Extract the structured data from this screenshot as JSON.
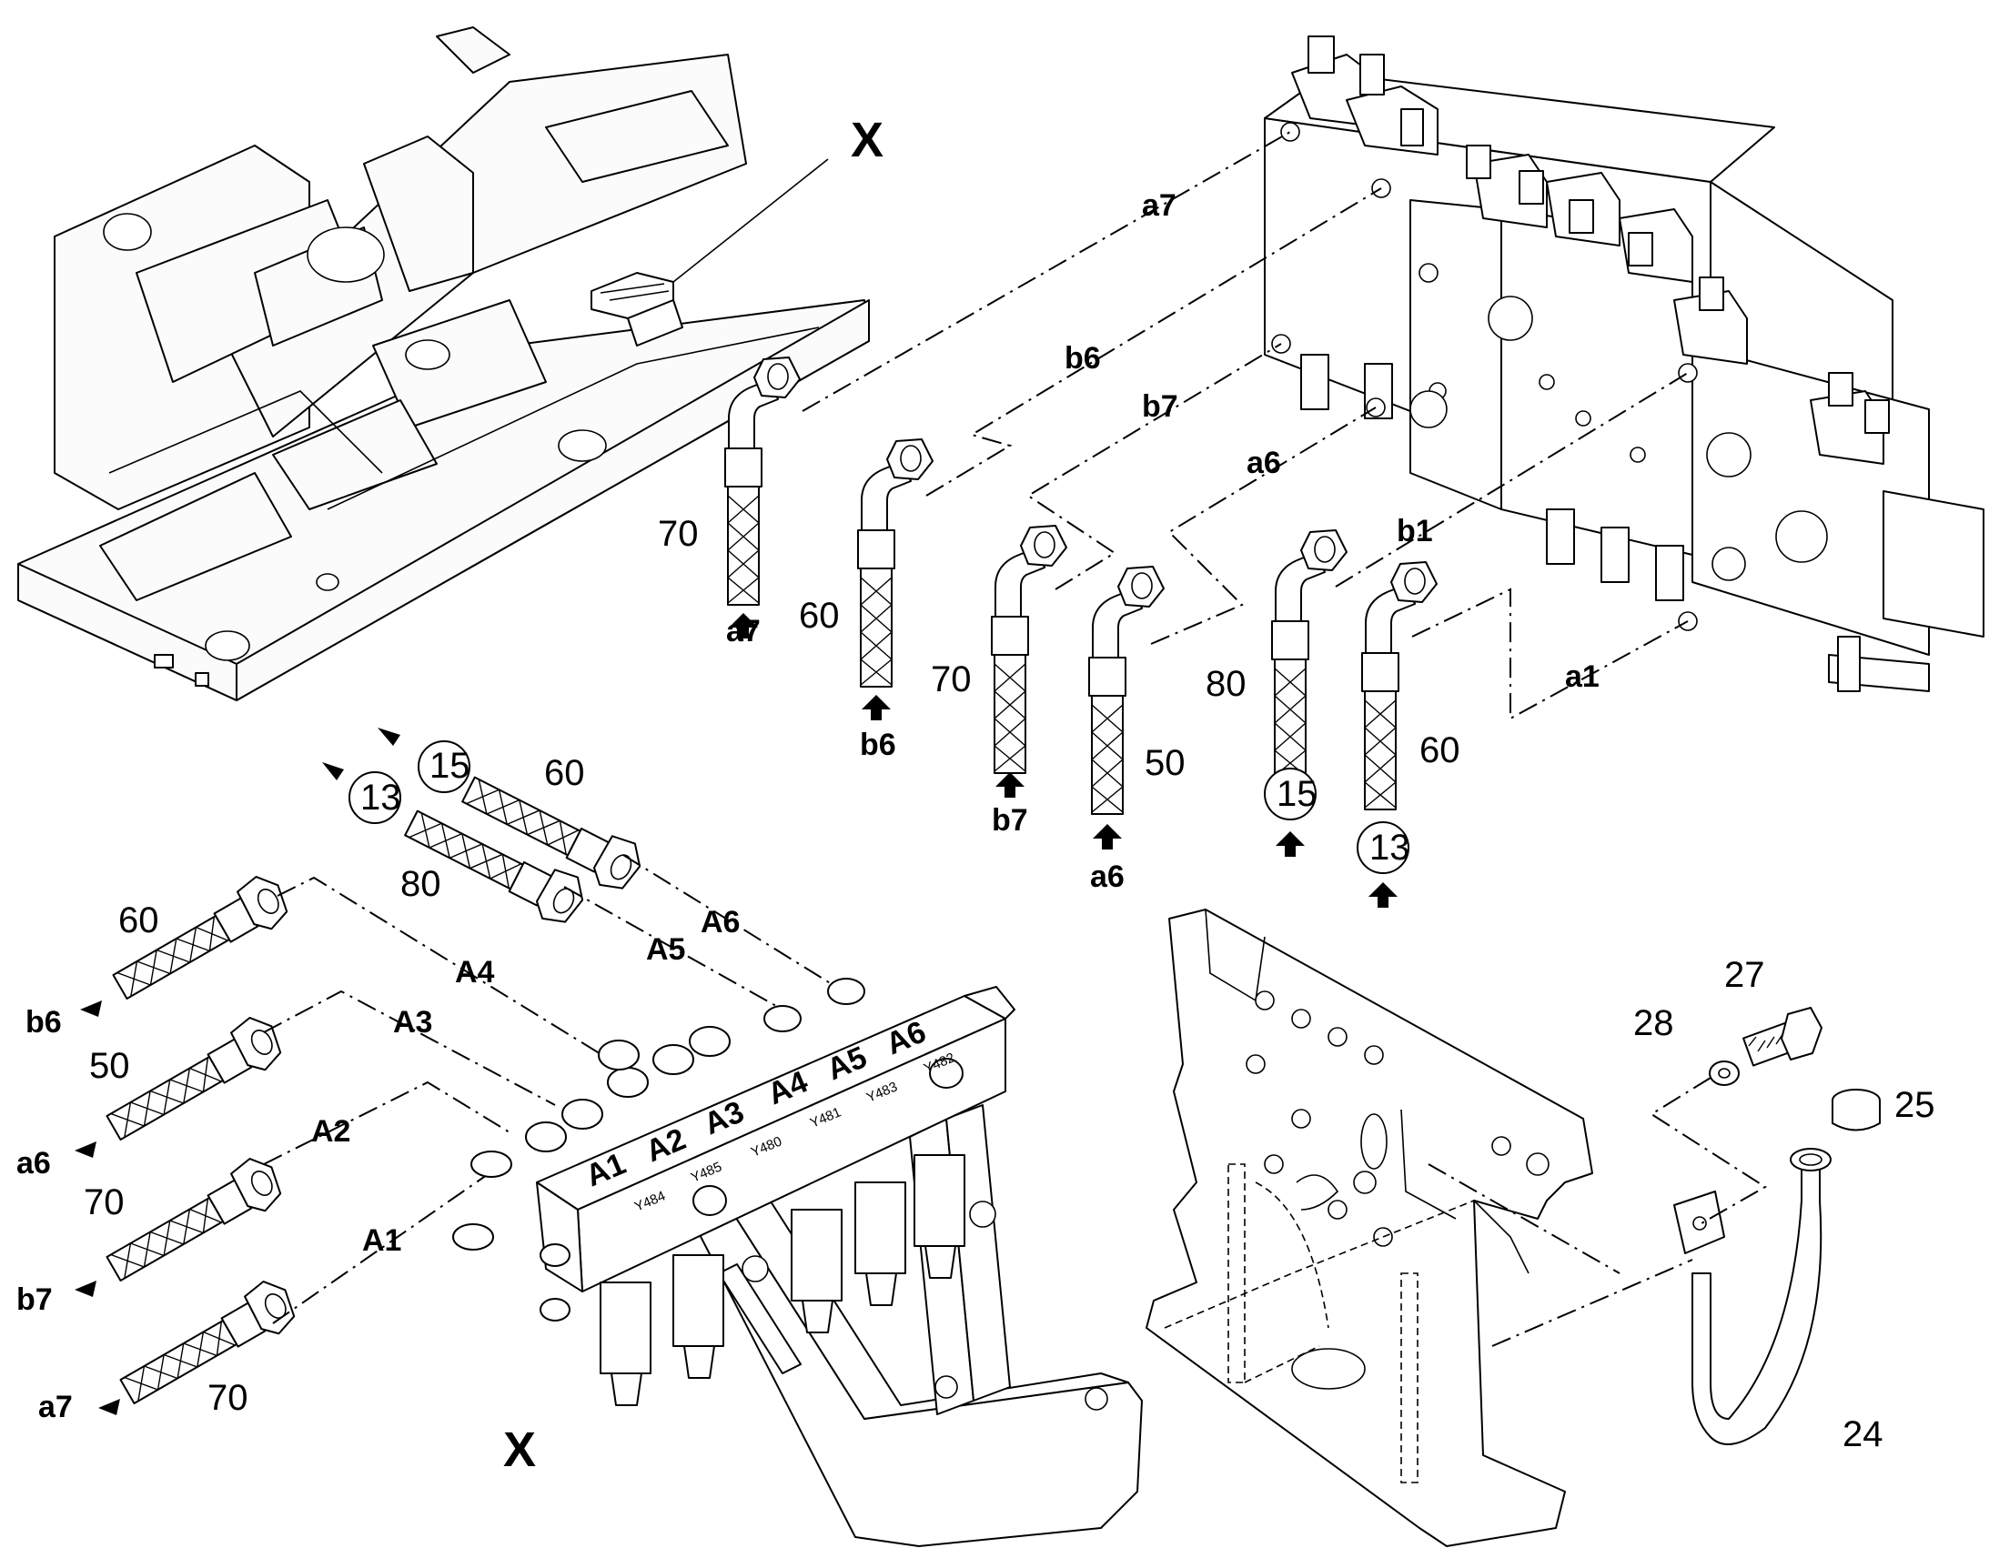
{
  "detail": {
    "callout": "X",
    "detail_label": "X"
  },
  "connections": {
    "a7": "a7",
    "b6": "b6",
    "b7": "b7",
    "a6": "a6",
    "b1": "b1",
    "a1": "a1",
    "A1": "A1",
    "A2": "A2",
    "A3": "A3",
    "A4": "A4",
    "A5": "A5",
    "A6": "A6"
  },
  "hose_lengths": {
    "h1": "70",
    "h2": "60",
    "h3": "70",
    "h4": "50",
    "h5": "80",
    "h6": "60",
    "h7": "60",
    "h8": "80",
    "l1": "60",
    "l2": "50",
    "l3": "70",
    "l4": "70"
  },
  "refs": {
    "r15": "15",
    "r13": "13"
  },
  "part_numbers": {
    "p24": "24",
    "p25": "25",
    "p27": "27",
    "p28": "28"
  },
  "solenoids": {
    "y484": "Y484",
    "y485": "Y485",
    "y480": "Y480",
    "y481": "Y481",
    "y483": "Y483",
    "y482": "Y482"
  }
}
